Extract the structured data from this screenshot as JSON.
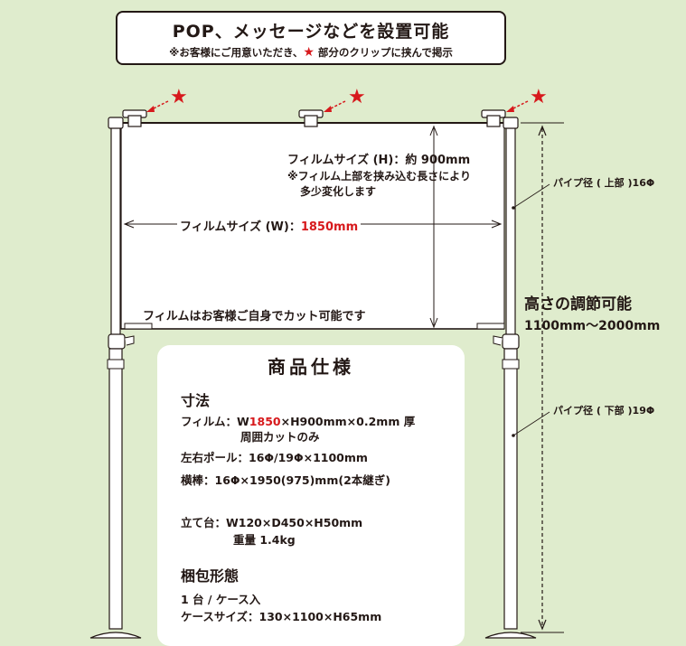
{
  "callout": {
    "title": "POP、メッセージなどを設置可能",
    "note_before": "※お客様にご用意いただき、",
    "note_star": "★",
    "note_after": " 部分のクリップに挟んで掲示"
  },
  "diagram": {
    "star": "★",
    "film_height_label": "フィルムサイズ (H)：約 900mm",
    "film_height_note_1": "※フィルム上部を挟み込む長さにより",
    "film_height_note_2": "多少変化します",
    "film_width_label": "フィルムサイズ (W)：",
    "film_width_value": "1850mm",
    "cut_note": "フィルムはお客様ご自身でカット可能です",
    "pipe_upper": "パイプ径 ( 上部 )16Φ",
    "pipe_lower": "パイプ径 ( 下部 )19Φ",
    "height_title": "高さの調節可能",
    "height_range": "1100mm～2000mm",
    "colors": {
      "accent": "#d7191c",
      "background": "#dfeccd",
      "line": "#231815"
    }
  },
  "spec": {
    "title": "商品仕様",
    "dimensions_heading": "寸法",
    "film_prefix": "フィルム：W",
    "film_w": "1850",
    "film_suffix": "×H900mm×0.2mm 厚",
    "film_note": "周囲カットのみ",
    "pole": "左右ポール：16Φ/19Φ×1100mm",
    "bar": "横棒：16Φ×1950(975)mm(2本継ぎ)",
    "stand": "立て台：W120×D450×H50mm",
    "weight": "重量 1.4kg",
    "packaging_heading": "梱包形態",
    "pack_1": "1 台 / ケース入",
    "pack_2": "ケースサイズ：130×1100×H65mm"
  }
}
